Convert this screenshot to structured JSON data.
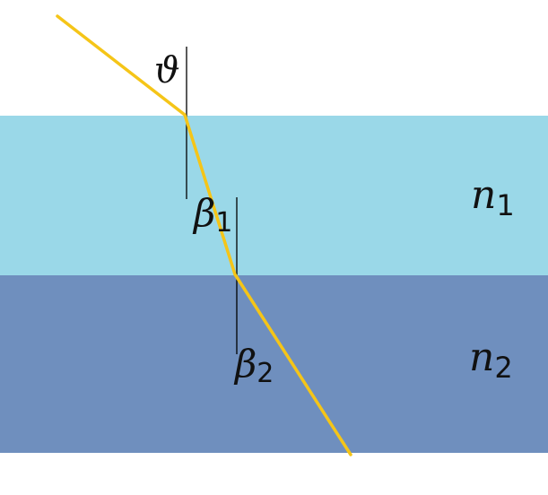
{
  "colors": {
    "background": "#ffffff",
    "layer1": "#9ad8e8",
    "layer2": "#6f8fbe",
    "ray": "#f5c518",
    "normal": "#000000",
    "text": "#111111"
  },
  "labels": {
    "incidence_angle": "ϑ",
    "refraction_angle_1": {
      "symbol": "β",
      "subscript": "1"
    },
    "refraction_angle_2": {
      "symbol": "β",
      "subscript": "2"
    },
    "medium_1": {
      "symbol": "n",
      "subscript": "1"
    },
    "medium_2": {
      "symbol": "n",
      "subscript": "2"
    }
  }
}
